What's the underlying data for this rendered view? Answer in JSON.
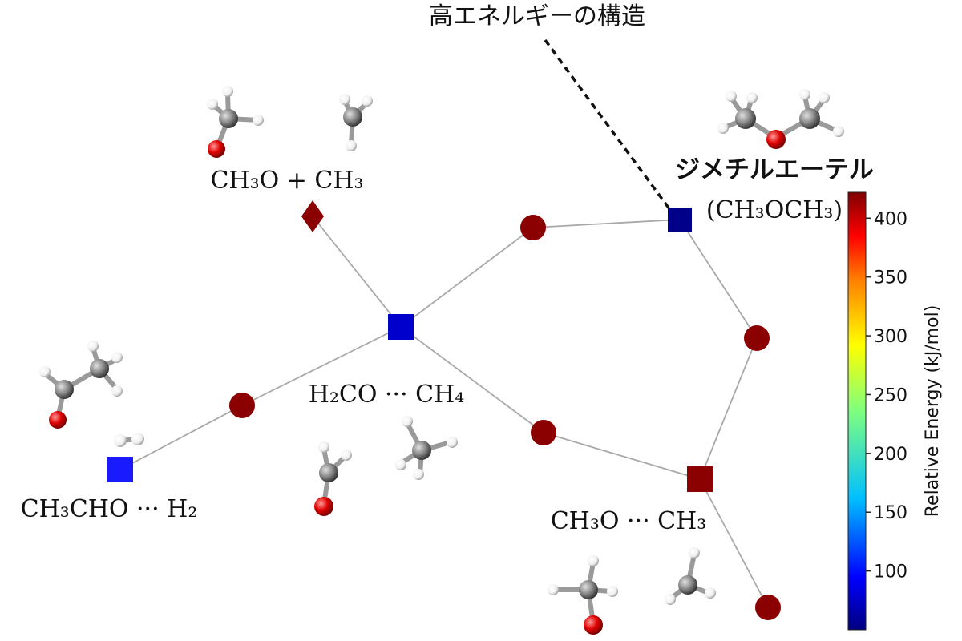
{
  "annotation": {
    "label": "高エネルギーの構造"
  },
  "labels": {
    "n1": "CH₃O + CH₃",
    "n2": "H₂CO ··· CH₄",
    "n3": "CH₃CHO ··· H₂",
    "n4": "ジメチルエーテル",
    "n4_formula": "(CH₃OCH₃)",
    "n5": "CH₃O ··· CH₃"
  },
  "colorbar": {
    "title": "Relative Energy (kJ/mol)",
    "ticks": [
      "100",
      "150",
      "200",
      "250",
      "300",
      "350",
      "400"
    ],
    "range": [
      50,
      422
    ]
  },
  "colors": {
    "low": "#00008b",
    "mid": "#00ff00",
    "high": "#8b0000",
    "edge": "#a8a8a8",
    "carbon": "#808080",
    "oxygen": "#e00000",
    "hydrogen": "#ffffff"
  },
  "nodes": [
    {
      "id": "diamond",
      "shape": "diamond",
      "energy": 410
    },
    {
      "id": "center",
      "shape": "square",
      "energy": 90
    },
    {
      "id": "left-ts",
      "shape": "circle",
      "energy": 410
    },
    {
      "id": "left",
      "shape": "square",
      "energy": 98
    },
    {
      "id": "upper-ts",
      "shape": "circle",
      "energy": 410
    },
    {
      "id": "dme",
      "shape": "square",
      "energy": 55
    },
    {
      "id": "right-ts",
      "shape": "circle",
      "energy": 410
    },
    {
      "id": "lower-ts",
      "shape": "circle",
      "energy": 410
    },
    {
      "id": "radical-pair",
      "shape": "square",
      "energy": 420
    },
    {
      "id": "bottom-ts",
      "shape": "circle",
      "energy": 410
    }
  ],
  "edges": [
    [
      "diamond",
      "center"
    ],
    [
      "center",
      "left-ts"
    ],
    [
      "left-ts",
      "left"
    ],
    [
      "center",
      "upper-ts"
    ],
    [
      "upper-ts",
      "dme"
    ],
    [
      "dme",
      "right-ts"
    ],
    [
      "right-ts",
      "radical-pair"
    ],
    [
      "center",
      "lower-ts"
    ],
    [
      "lower-ts",
      "radical-pair"
    ],
    [
      "radical-pair",
      "bottom-ts"
    ]
  ]
}
